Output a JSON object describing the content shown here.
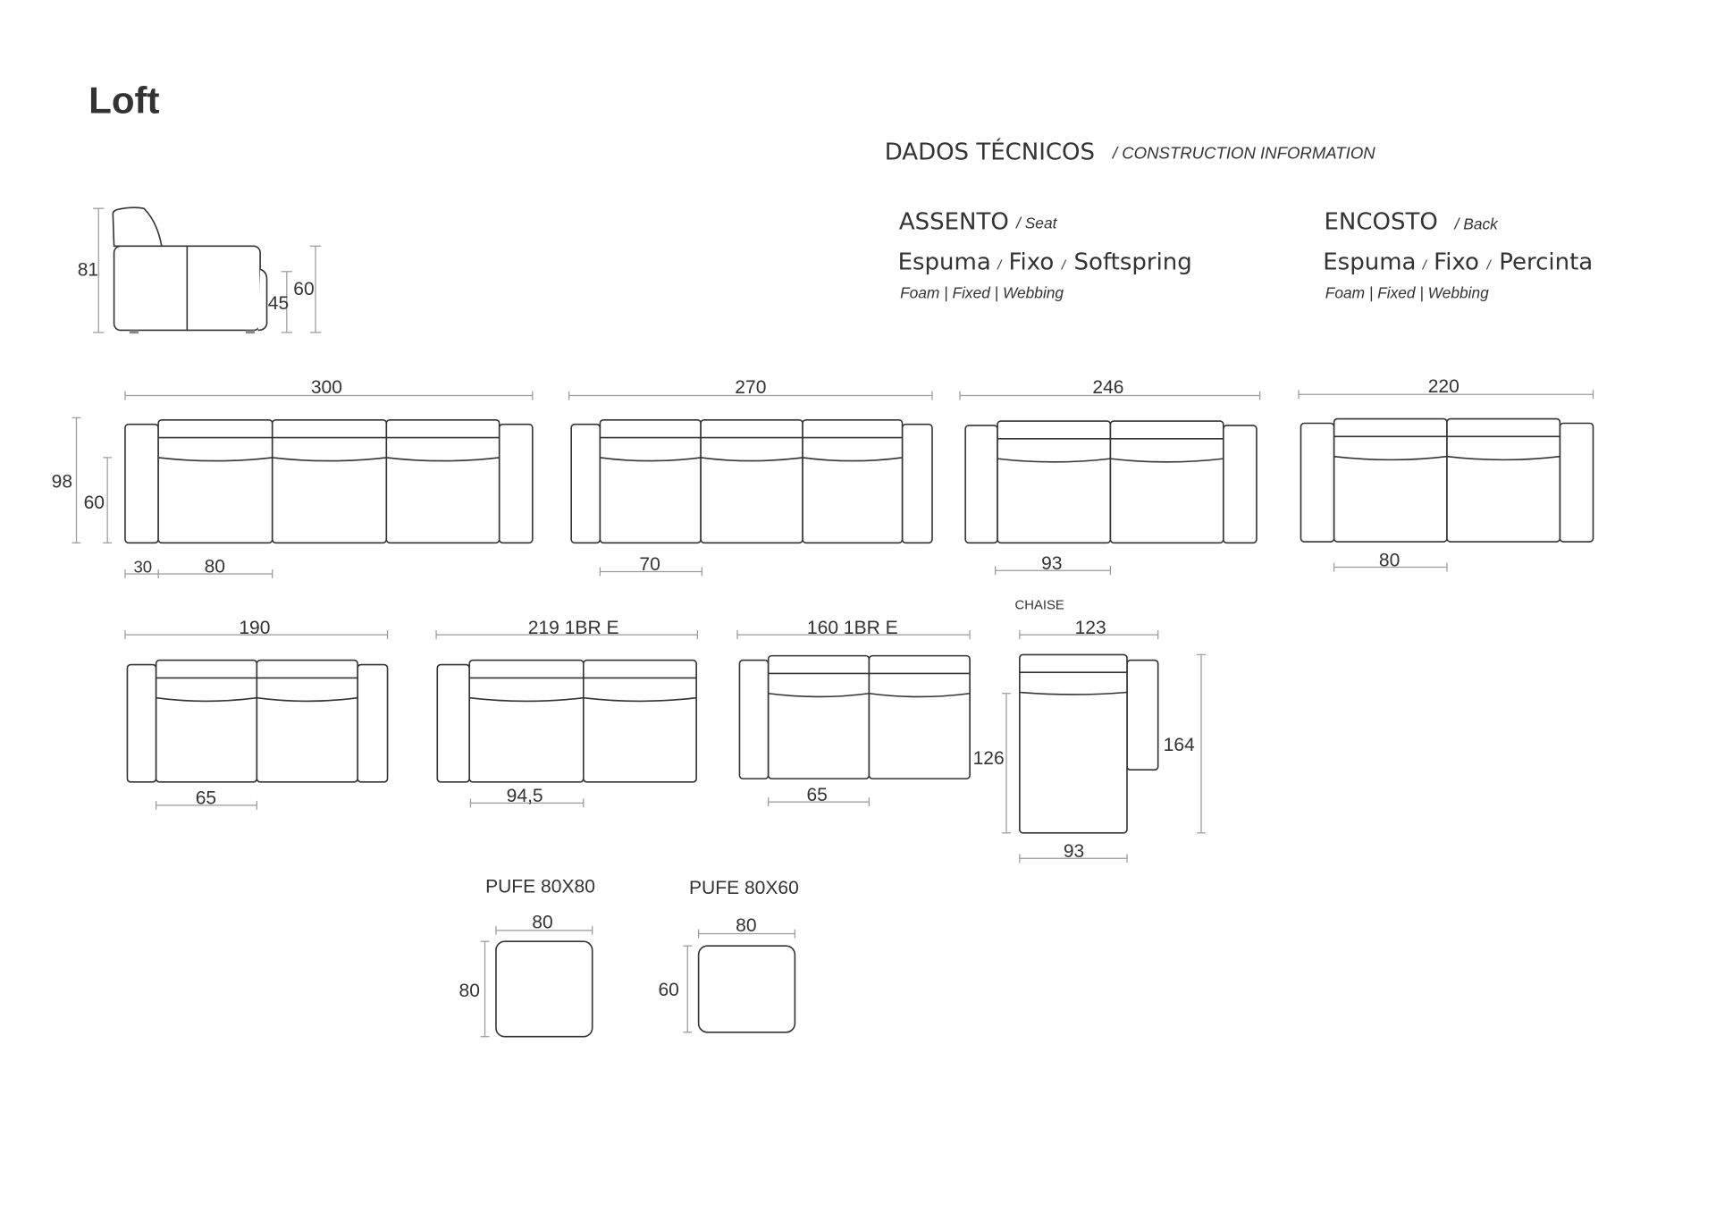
{
  "title": "Loft",
  "header": {
    "main": "DADOS TÉCNICOS",
    "main_en": "/ CONSTRUCTION INFORMATION"
  },
  "seat": {
    "label": "ASSENTO",
    "label_en": "/ Seat",
    "items": [
      "Espuma",
      "Fixo",
      "Softspring"
    ],
    "items_en": "Foam | Fixed | Webbing"
  },
  "back": {
    "label": "ENCOSTO",
    "label_en": "/ Back",
    "items": [
      "Espuma",
      "Fixo",
      "Percinta"
    ],
    "items_en": "Foam | Fixed | Webbing"
  },
  "separator": "/",
  "side_view": {
    "total_height": "81",
    "seat_height": "45",
    "arm_height": "60"
  },
  "heights": {
    "total": "98",
    "arm": "60"
  },
  "models": [
    {
      "width": "300",
      "arm": "30",
      "seat": "80"
    },
    {
      "width": "270",
      "seat": "70"
    },
    {
      "width": "246",
      "seat": "93"
    },
    {
      "width": "220",
      "seat": "80"
    },
    {
      "width": "190",
      "seat": "65"
    },
    {
      "width": "219 1BR E",
      "seat": "94,5"
    },
    {
      "width": "160 1BR E",
      "seat": "65"
    }
  ],
  "chaise": {
    "label": "CHAISE",
    "width": "123",
    "depth_inner": "126",
    "depth": "164",
    "seat": "93"
  },
  "pufes": [
    {
      "label": "PUFE 80X80",
      "width": "80",
      "depth": "80"
    },
    {
      "label": "PUFE 80X60",
      "width": "80",
      "depth": "60"
    }
  ]
}
